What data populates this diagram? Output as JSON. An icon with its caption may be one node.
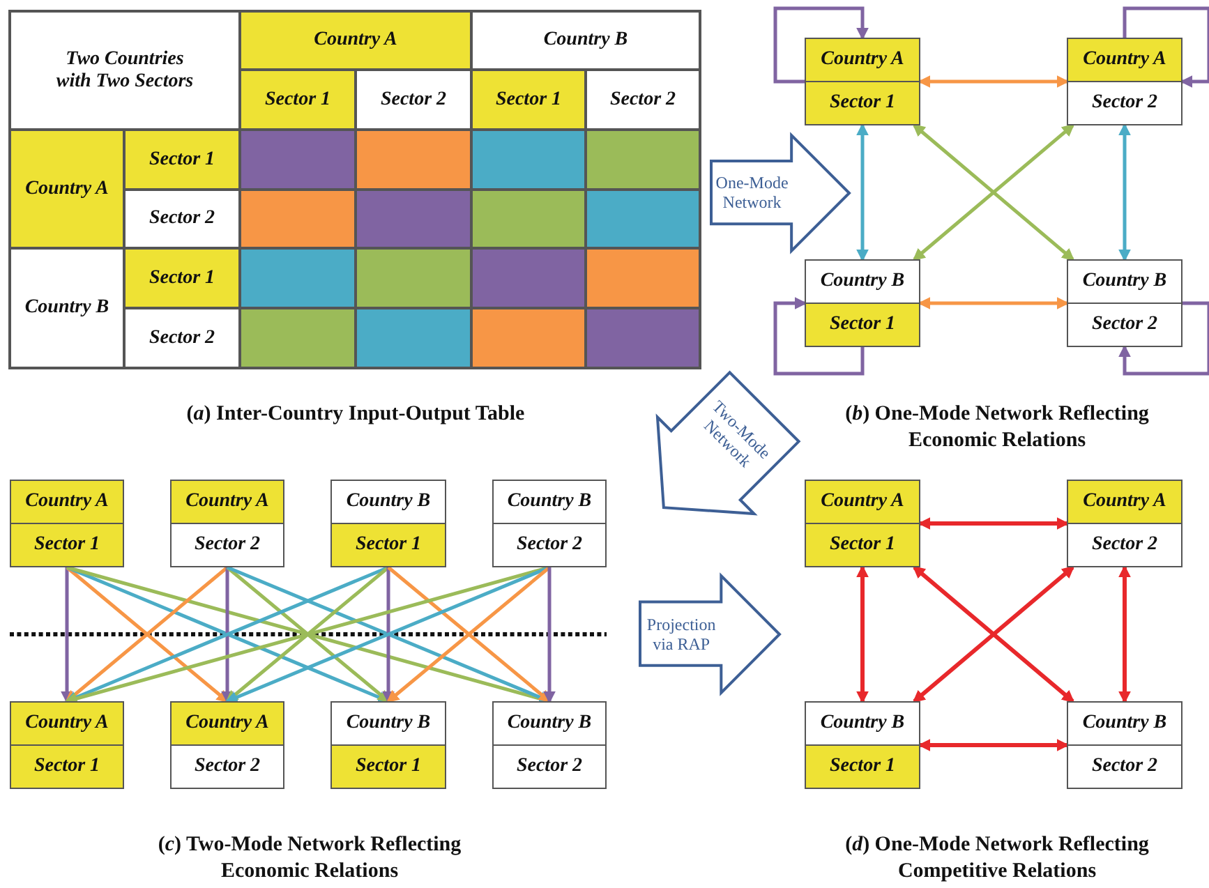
{
  "diagram": {
    "nodes": [
      {
        "text": [
          "One-Mode Network"
        ]
      },
      {
        "text": [
          "Country A",
          "Sector 1"
        ]
      },
      {
        "text": [
          "Country A",
          "Sector 2"
        ]
      },
      {
        "text": [
          "Country B",
          "Sector 1"
        ]
      },
      {
        "text": [
          "Country B",
          "Sector 2"
        ]
      },
      {
        "text": [
          "Two-Mode Network"
        ]
      },
      {
        "text": [
          "Country A",
          "Sector 1"
        ]
      },
      {
        "text": [
          "Country A",
          "Sector 2"
        ]
      },
      {
        "text": [
          "Country B",
          "Sector 1"
        ]
      },
      {
        "text": [
          "Country B",
          "Sector 2"
        ]
      },
      {
        "text": [
          "Projection via RAP"
        ]
      },
      {
        "text": [
          "Country A",
          "Sector 1"
        ]
      },
      {
        "text": [
          "Country A",
          "Sector 2"
        ]
      },
      {
        "text": [
          "Country A",
          "Sector 1"
        ]
      },
      {
        "text": [
          "Country A",
          "Sector 2"
        ]
      },
      {
        "text": [
          "Country B",
          "Sector 1"
        ]
      },
      {
        "text": [
          "Country B",
          "Sector 2"
        ]
      },
      {
        "text": [
          "Country B",
          "Sector 1"
        ]
      },
      {
        "text": [
          "Country B",
          "Sector 2"
        ]
      }
    ],
    "edges": [
      {
        "from": 1,
        "to": 1,
        "arrow": "to",
        "color": "#8064a2"
      },
      {
        "from": 2,
        "to": 2,
        "arrow": "to",
        "color": "#8064a2"
      },
      {
        "from": 3,
        "to": 3,
        "arrow": "to",
        "color": "#8064a2"
      },
      {
        "from": 4,
        "to": 4,
        "arrow": "to",
        "color": "#8064a2"
      },
      {
        "from": 1,
        "to": 2,
        "arrow": "both",
        "color": "#f79646"
      },
      {
        "from": 3,
        "to": 4,
        "arrow": "both",
        "color": "#f79646"
      },
      {
        "from": 1,
        "to": 3,
        "arrow": "both",
        "color": "#4bacc6"
      },
      {
        "from": 2,
        "to": 4,
        "arrow": "both",
        "color": "#4bacc6"
      },
      {
        "from": 1,
        "to": 4,
        "arrow": "both",
        "color": "#9bbb59"
      },
      {
        "from": 2,
        "to": 3,
        "arrow": "both",
        "color": "#9bbb59"
      },
      {
        "from": 6,
        "to": 13,
        "arrow": "to",
        "color": "#8064a2"
      },
      {
        "from": 6,
        "to": 14,
        "arrow": "to",
        "color": "#f79646"
      },
      {
        "from": 6,
        "to": 17,
        "arrow": "to",
        "color": "#4bacc6"
      },
      {
        "from": 6,
        "to": 18,
        "arrow": "to",
        "color": "#9bbb59"
      },
      {
        "from": 7,
        "to": 13,
        "arrow": "to",
        "color": "#f79646"
      },
      {
        "from": 7,
        "to": 14,
        "arrow": "to",
        "color": "#8064a2"
      },
      {
        "from": 7,
        "to": 17,
        "arrow": "to",
        "color": "#9bbb59"
      },
      {
        "from": 7,
        "to": 18,
        "arrow": "to",
        "color": "#4bacc6"
      },
      {
        "from": 8,
        "to": 13,
        "arrow": "to",
        "color": "#4bacc6"
      },
      {
        "from": 8,
        "to": 14,
        "arrow": "to",
        "color": "#9bbb59"
      },
      {
        "from": 8,
        "to": 17,
        "arrow": "to",
        "color": "#8064a2"
      },
      {
        "from": 8,
        "to": 18,
        "arrow": "to",
        "color": "#f79646"
      },
      {
        "from": 9,
        "to": 13,
        "arrow": "to",
        "color": "#9bbb59"
      },
      {
        "from": 9,
        "to": 14,
        "arrow": "to",
        "color": "#4bacc6"
      },
      {
        "from": 9,
        "to": 17,
        "arrow": "to",
        "color": "#f79646"
      },
      {
        "from": 9,
        "to": 18,
        "arrow": "to",
        "color": "#8064a2"
      },
      {
        "from": 11,
        "to": 12,
        "arrow": "both",
        "color": "#e8282b"
      },
      {
        "from": 15,
        "to": 16,
        "arrow": "both",
        "color": "#e8282b"
      },
      {
        "from": 11,
        "to": 15,
        "arrow": "both",
        "color": "#e8282b"
      },
      {
        "from": 12,
        "to": 16,
        "arrow": "both",
        "color": "#e8282b"
      },
      {
        "from": 11,
        "to": 16,
        "arrow": "both",
        "color": "#e8282b"
      },
      {
        "from": 12,
        "to": 15,
        "arrow": "both",
        "color": "#e8282b"
      }
    ],
    "labels": [
      "Two Countries with Two Sectors",
      "Country A",
      "Country B",
      "Sector 1",
      "Sector 2",
      "Sector 1",
      "Sector 2",
      "Country A",
      "Sector 1",
      "Sector 2",
      "Country B",
      "Sector 1",
      "Sector 2",
      "(*a*) Inter-Country Input-Output Table",
      "(*b*) One-Mode Network Reflecting Economic Relations",
      "(*c*) Two-Mode Network Reflecting Economic Relations",
      "(*d*) One-Mode Network Reflecting Competitive Relations"
    ]
  }
}
